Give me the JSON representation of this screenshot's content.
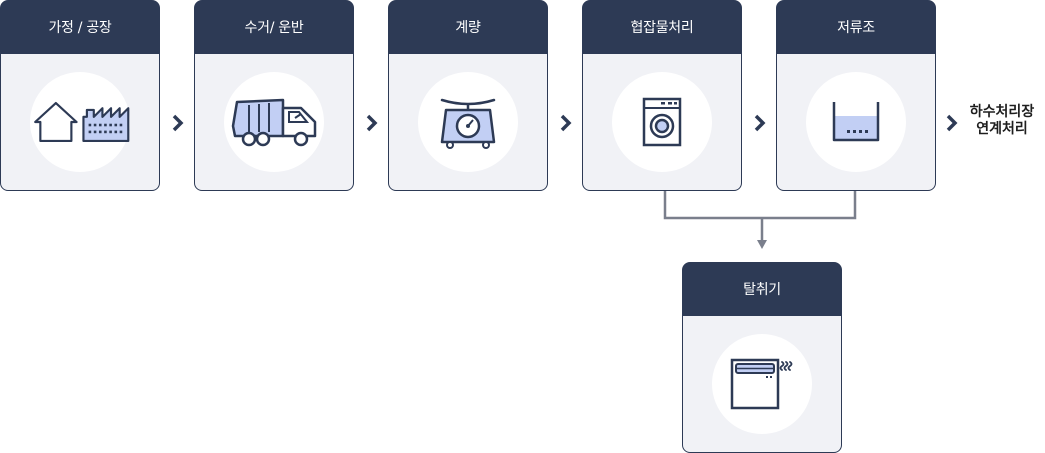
{
  "steps": [
    {
      "label": "가정 / 공장",
      "icon": "house-factory-icon"
    },
    {
      "label": "수거/ 운반",
      "icon": "garbage-truck-icon"
    },
    {
      "label": "계량",
      "icon": "scale-icon"
    },
    {
      "label": "협잡물처리",
      "icon": "washing-machine-icon"
    },
    {
      "label": "저류조",
      "icon": "tank-icon"
    },
    {
      "label": "탈취기",
      "icon": "air-purifier-icon"
    }
  ],
  "final": {
    "line1": "하수처리장",
    "line2": "연계처리"
  },
  "colors": {
    "header": "#2d3a55",
    "body": "#f1f2f6",
    "accent": "#c2cff4",
    "connector": "#7a7f8c"
  }
}
